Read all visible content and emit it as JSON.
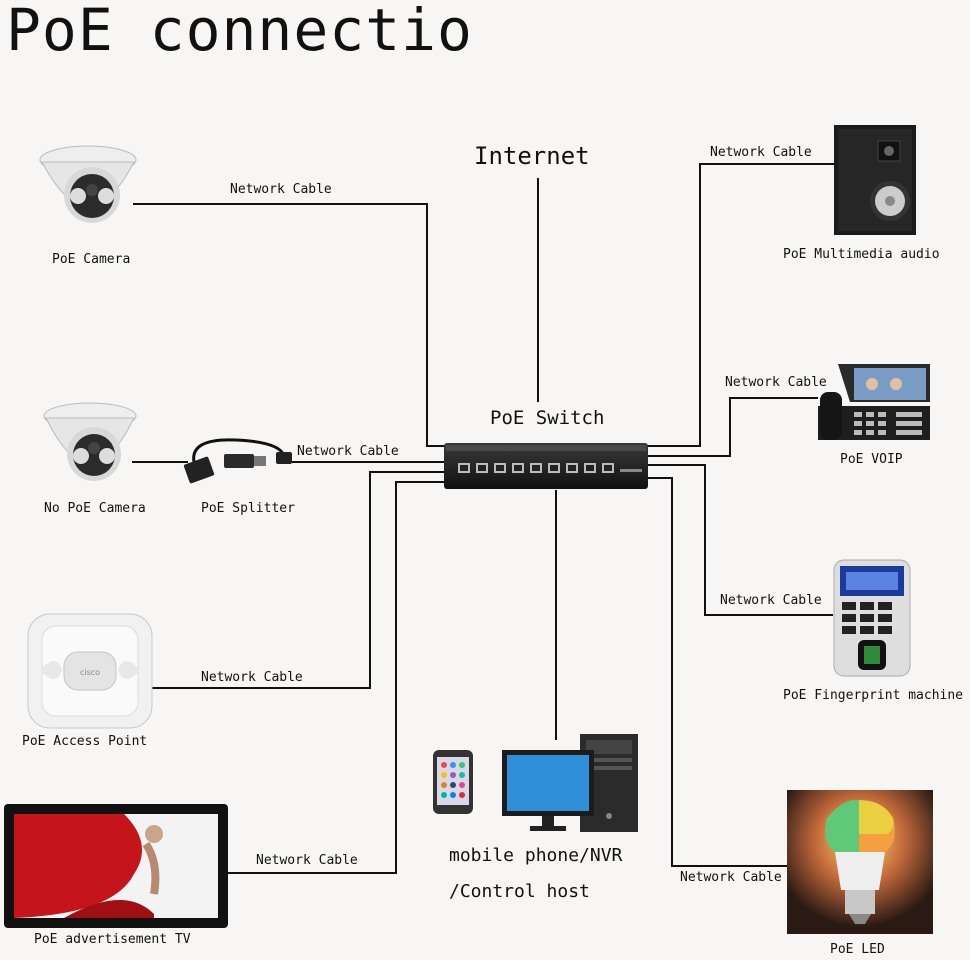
{
  "title": "PoE  connectio",
  "internet": "Internet",
  "switch": {
    "label": "PoE Switch"
  },
  "cable_label": "Network Cable",
  "devices": {
    "camera": "PoE Camera",
    "no_poe_camera": "No PoE Camera",
    "splitter": "PoE Splitter",
    "access_point": "PoE Access Point",
    "tv": "PoE advertisement TV",
    "audio": "PoE Multimedia audio",
    "voip": "PoE VOIP",
    "fingerprint": "PoE Fingerprint machine",
    "led": "PoE LED",
    "nvr_line1": "mobile phone/NVR",
    "nvr_line2": "/Control host"
  }
}
